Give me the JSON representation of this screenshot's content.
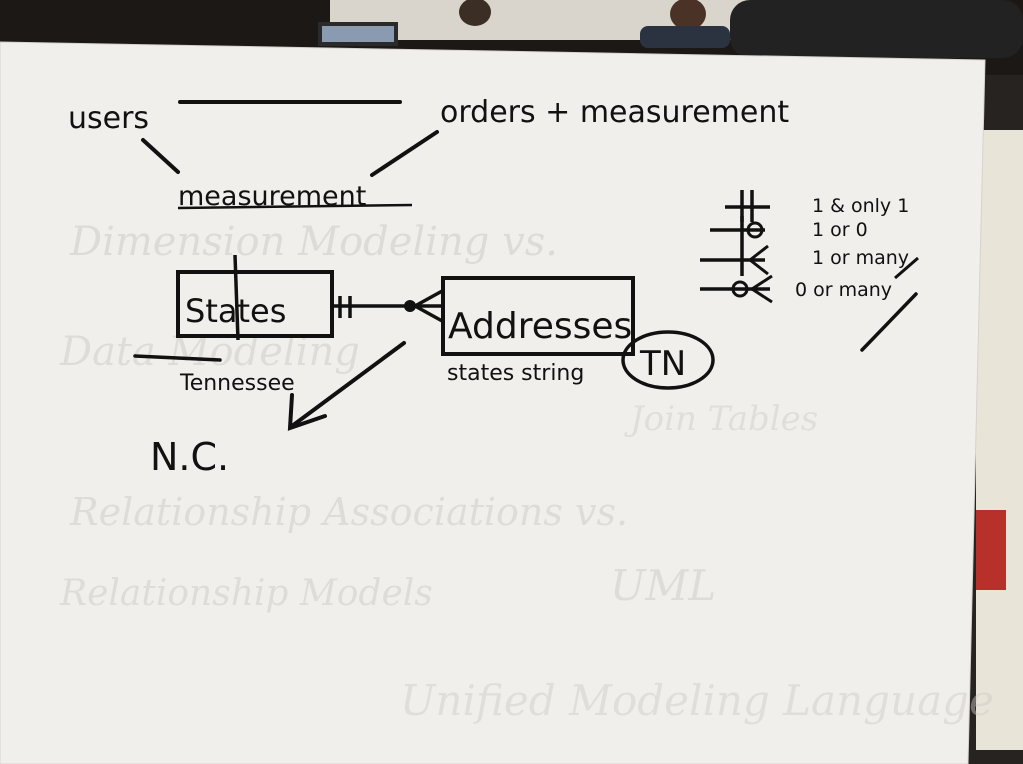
{
  "scene": {
    "description_label": "",
    "background": "#1a1714",
    "paper_color": "#f2f0ee",
    "ink_color": "#111111"
  },
  "notes": {
    "users": "users",
    "orders": "orders + measurement",
    "measurement": "measurement",
    "states": "States",
    "addresses": "Addresses",
    "tennessee": "Tennessee",
    "nc": "N.C.",
    "states_string": "states string",
    "tn": "TN"
  },
  "legend": {
    "items": [
      {
        "symbol": "one-and-only-one",
        "label": "1 & only 1"
      },
      {
        "symbol": "one-or-zero",
        "label": "1 or 0"
      },
      {
        "symbol": "one-or-many",
        "label": "1 or many"
      },
      {
        "symbol": "zero-or-many",
        "label": "0 or many"
      }
    ]
  },
  "bleed_through": {
    "line1": "Dimension Modeling vs.",
    "line2": "Data Modeling",
    "line3": "Relationship Associations vs.",
    "line4": "Relationship Models",
    "line5": "UML",
    "line6": "Unified Modeling Language",
    "line7": "Join Tables"
  }
}
